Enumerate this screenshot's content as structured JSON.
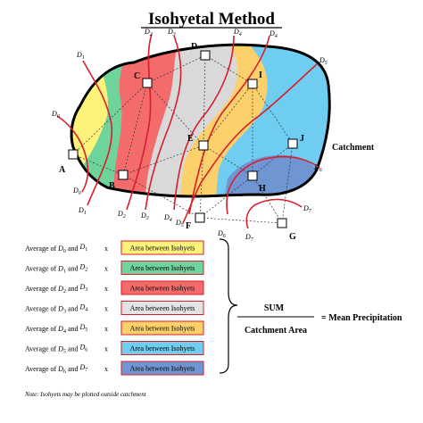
{
  "title": "Isohyetal Method",
  "catchment_label": "Catchment",
  "isohyet_labels": [
    {
      "main": "D",
      "sub": "0"
    },
    {
      "main": "D",
      "sub": "1"
    },
    {
      "main": "D",
      "sub": "2"
    },
    {
      "main": "D",
      "sub": "3"
    },
    {
      "main": "D",
      "sub": "4"
    },
    {
      "main": "D",
      "sub": "5"
    },
    {
      "main": "D",
      "sub": "6"
    },
    {
      "main": "D",
      "sub": "7"
    }
  ],
  "stations": [
    "A",
    "B",
    "C",
    "D",
    "E",
    "F",
    "G",
    "H",
    "I",
    "J"
  ],
  "rows": [
    {
      "label_prefix": "Average of ",
      "a": "D",
      "a_sub": "0",
      "and": " and ",
      "b": "D",
      "b_sub": "1",
      "times": "x",
      "box": "Area between Isohyets",
      "color": "#fdf27a"
    },
    {
      "label_prefix": "Average of ",
      "a": "D",
      "a_sub": "1",
      "and": " and ",
      "b": "D",
      "b_sub": "2",
      "times": "x",
      "box": "Area between Isohyets",
      "color": "#6fd39c"
    },
    {
      "label_prefix": "Average of ",
      "a": "D",
      "a_sub": "2",
      "and": " and ",
      "b": "D",
      "b_sub": "3",
      "times": "x",
      "box": "Area between Isohyets",
      "color": "#f36b6b"
    },
    {
      "label_prefix": "Average of ",
      "a": "D",
      "a_sub": "3",
      "and": " and ",
      "b": "D",
      "b_sub": "4",
      "times": "x",
      "box": "Area between Isohyets",
      "color": "#e3e3e3"
    },
    {
      "label_prefix": "Average of ",
      "a": "D",
      "a_sub": "4",
      "and": " and ",
      "b": "D",
      "b_sub": "5",
      "times": "x",
      "box": "Area between Isohyets",
      "color": "#fcd06b"
    },
    {
      "label_prefix": "Average of ",
      "a": "D",
      "a_sub": "5",
      "and": " and ",
      "b": "D",
      "b_sub": "6",
      "times": "x",
      "box": "Area between Isohyets",
      "color": "#6fcdf2"
    },
    {
      "label_prefix": "Average of ",
      "a": "D",
      "a_sub": "6",
      "and": " and ",
      "b": "D",
      "b_sub": "7",
      "times": "x",
      "box": "Area between Isohyets",
      "color": "#6f95d2"
    }
  ],
  "equation": {
    "numerator": "SUM",
    "denominator": "Catchment Area",
    "result": "= Mean Precipitation"
  },
  "note": "Note: Isohyets may be plotted outside catchment",
  "colors": {
    "yellow": "#fdf27a",
    "green": "#6fd39c",
    "red": "#f36b6b",
    "gray": "#d9d9d9",
    "orange": "#fcd06b",
    "cyan": "#6fcdf2",
    "blue": "#6f95d2",
    "isohyet": "#d81e2a"
  }
}
